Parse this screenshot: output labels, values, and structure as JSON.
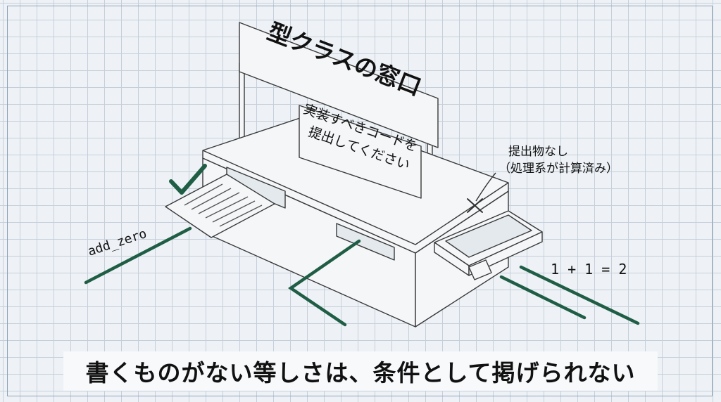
{
  "sign": {
    "title": "型クラスの窓口",
    "notice_line1": "実装すべきコードを",
    "notice_line2": "提出してください"
  },
  "labels": {
    "left_function": "add_zero",
    "right_note_line1": "提出物なし",
    "right_note_line2": "（処理系が計算済み）",
    "right_equation": "1 + 1 = 2"
  },
  "caption": "書くものがない等しさは、条件として掲げられない",
  "colors": {
    "accent_green": "#1f5e45",
    "line": "#3a3a3a",
    "fill": "#f4f6f8"
  },
  "icons": {
    "approved": "check-icon",
    "rejected": "cross-icon"
  }
}
